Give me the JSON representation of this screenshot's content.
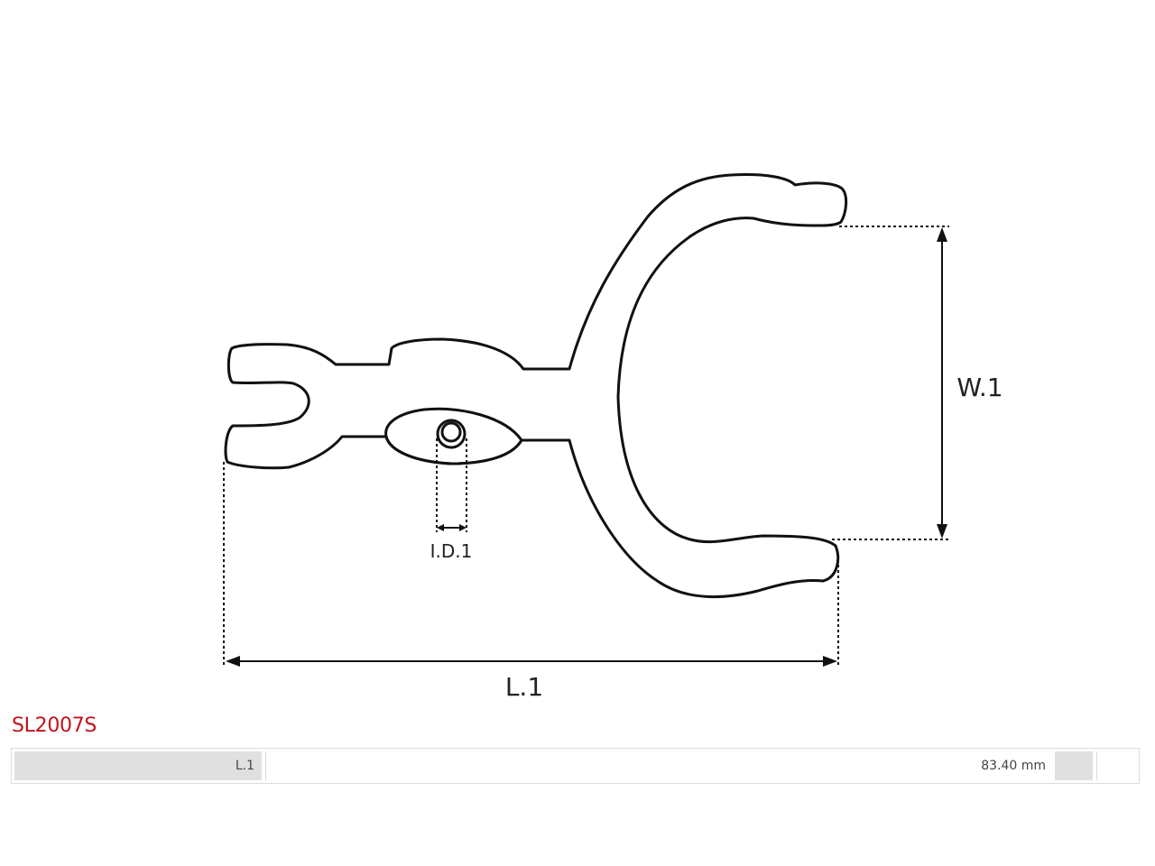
{
  "part_number": "SL2007S",
  "dimension_labels": {
    "width": "W.1",
    "inner_diameter": "I.D.1",
    "length": "L.1"
  },
  "spec_table": {
    "rows": [
      {
        "label": "L.1",
        "value": "83.40 mm"
      }
    ]
  },
  "colors": {
    "part_number": "#c0141e",
    "outline": "#111111",
    "label_cell": "#e0e0e0"
  }
}
